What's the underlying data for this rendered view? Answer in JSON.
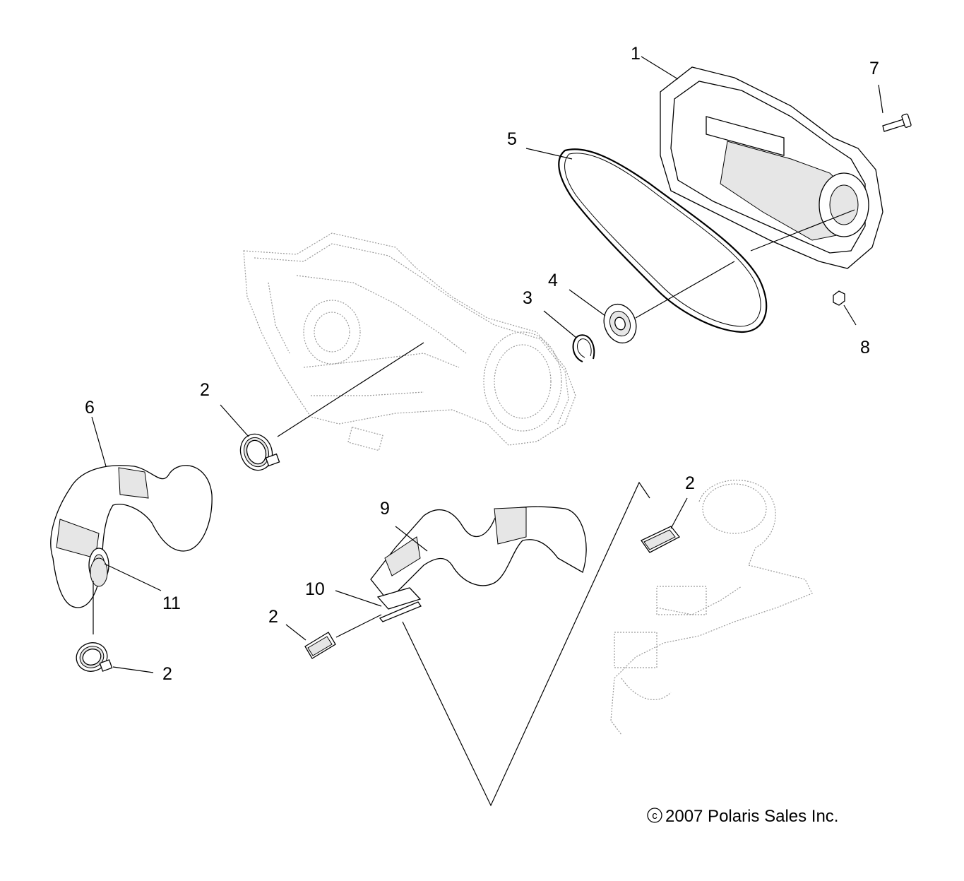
{
  "callouts": [
    {
      "id": "1",
      "text": "1"
    },
    {
      "id": "2a",
      "text": "2"
    },
    {
      "id": "2b",
      "text": "2"
    },
    {
      "id": "2c",
      "text": "2"
    },
    {
      "id": "2d",
      "text": "2"
    },
    {
      "id": "3",
      "text": "3"
    },
    {
      "id": "4",
      "text": "4"
    },
    {
      "id": "5",
      "text": "5"
    },
    {
      "id": "6",
      "text": "6"
    },
    {
      "id": "7",
      "text": "7"
    },
    {
      "id": "8",
      "text": "8"
    },
    {
      "id": "9",
      "text": "9"
    },
    {
      "id": "10",
      "text": "10"
    },
    {
      "id": "11",
      "text": "11"
    }
  ],
  "copyright": {
    "symbol": "c",
    "text": "2007 Polaris Sales Inc."
  }
}
